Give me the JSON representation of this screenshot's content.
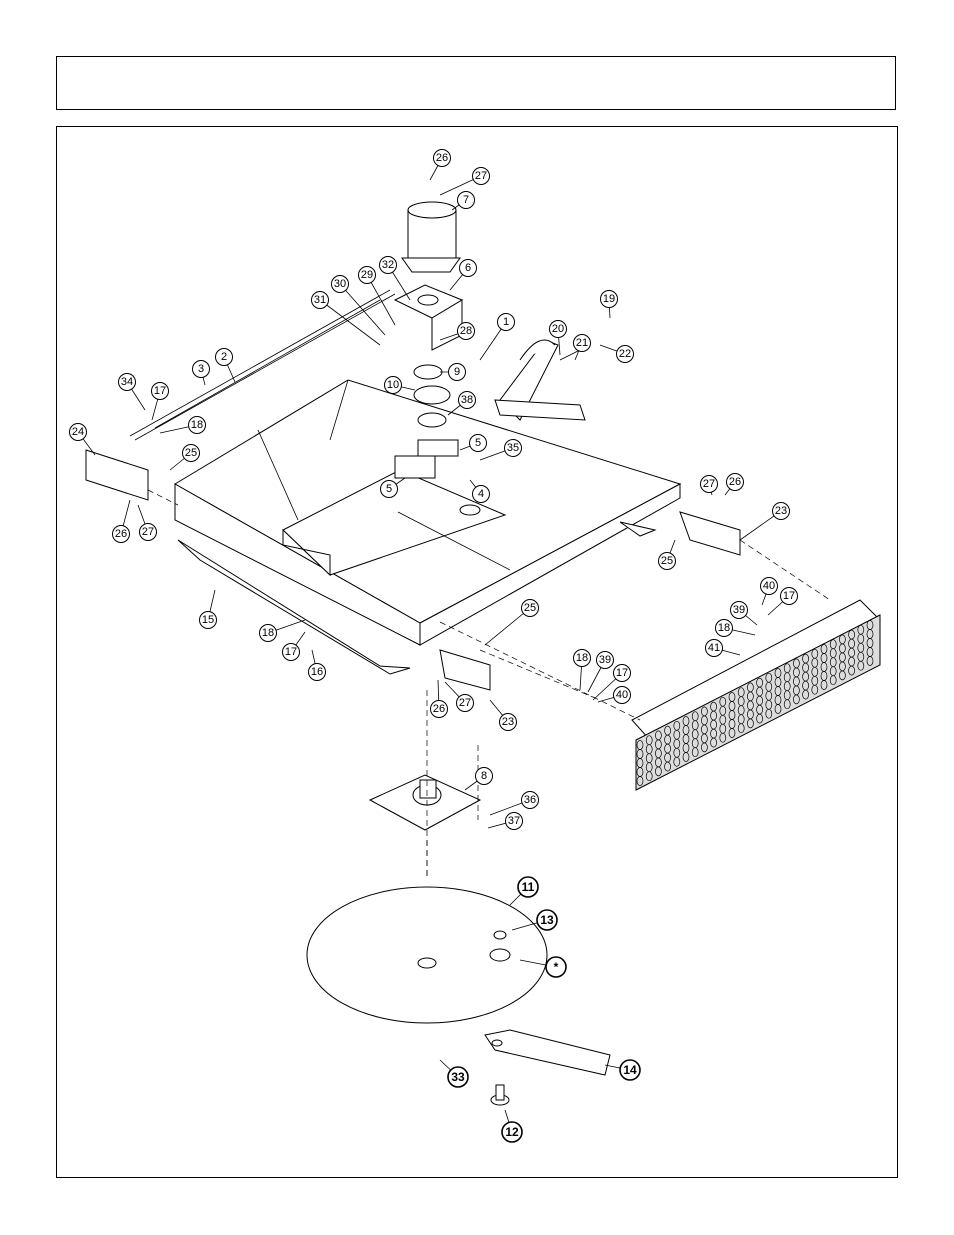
{
  "header": {
    "title": ""
  },
  "callouts": [
    {
      "id": "c26a",
      "label": "26"
    },
    {
      "id": "c27a",
      "label": "27"
    },
    {
      "id": "c7",
      "label": "7"
    },
    {
      "id": "c6",
      "label": "6"
    },
    {
      "id": "c32",
      "label": "32"
    },
    {
      "id": "c29",
      "label": "29"
    },
    {
      "id": "c30",
      "label": "30"
    },
    {
      "id": "c31",
      "label": "31"
    },
    {
      "id": "c28",
      "label": "28"
    },
    {
      "id": "c1",
      "label": "1"
    },
    {
      "id": "c19",
      "label": "19"
    },
    {
      "id": "c20",
      "label": "20"
    },
    {
      "id": "c21",
      "label": "21"
    },
    {
      "id": "c22",
      "label": "22"
    },
    {
      "id": "c9",
      "label": "9"
    },
    {
      "id": "c10",
      "label": "10"
    },
    {
      "id": "c38",
      "label": "38"
    },
    {
      "id": "c2",
      "label": "2"
    },
    {
      "id": "c3",
      "label": "3"
    },
    {
      "id": "c34",
      "label": "34"
    },
    {
      "id": "c17a",
      "label": "17"
    },
    {
      "id": "c18a",
      "label": "18"
    },
    {
      "id": "c24",
      "label": "24"
    },
    {
      "id": "c25a",
      "label": "25"
    },
    {
      "id": "c5a",
      "label": "5"
    },
    {
      "id": "c35",
      "label": "35"
    },
    {
      "id": "c5b",
      "label": "5"
    },
    {
      "id": "c4",
      "label": "4"
    },
    {
      "id": "c26b",
      "label": "26"
    },
    {
      "id": "c27b",
      "label": "27"
    },
    {
      "id": "c27c",
      "label": "27"
    },
    {
      "id": "c26c",
      "label": "26"
    },
    {
      "id": "c23a",
      "label": "23"
    },
    {
      "id": "c25b",
      "label": "25"
    },
    {
      "id": "c15",
      "label": "15"
    },
    {
      "id": "c18b",
      "label": "18"
    },
    {
      "id": "c17b",
      "label": "17"
    },
    {
      "id": "c16",
      "label": "16"
    },
    {
      "id": "c25c",
      "label": "25"
    },
    {
      "id": "c40a",
      "label": "40"
    },
    {
      "id": "c17c",
      "label": "17"
    },
    {
      "id": "c39a",
      "label": "39"
    },
    {
      "id": "c18c",
      "label": "18"
    },
    {
      "id": "c41",
      "label": "41"
    },
    {
      "id": "c18d",
      "label": "18"
    },
    {
      "id": "c39b",
      "label": "39"
    },
    {
      "id": "c17d",
      "label": "17"
    },
    {
      "id": "c40b",
      "label": "40"
    },
    {
      "id": "c26d",
      "label": "26"
    },
    {
      "id": "c27d",
      "label": "27"
    },
    {
      "id": "c23b",
      "label": "23"
    },
    {
      "id": "c8",
      "label": "8"
    },
    {
      "id": "c36",
      "label": "36"
    },
    {
      "id": "c37",
      "label": "37"
    },
    {
      "id": "c11",
      "label": "11"
    },
    {
      "id": "c13",
      "label": "13"
    },
    {
      "id": "cstar",
      "label": "*"
    },
    {
      "id": "c33",
      "label": "33"
    },
    {
      "id": "c14",
      "label": "14"
    },
    {
      "id": "c12",
      "label": "12"
    }
  ]
}
